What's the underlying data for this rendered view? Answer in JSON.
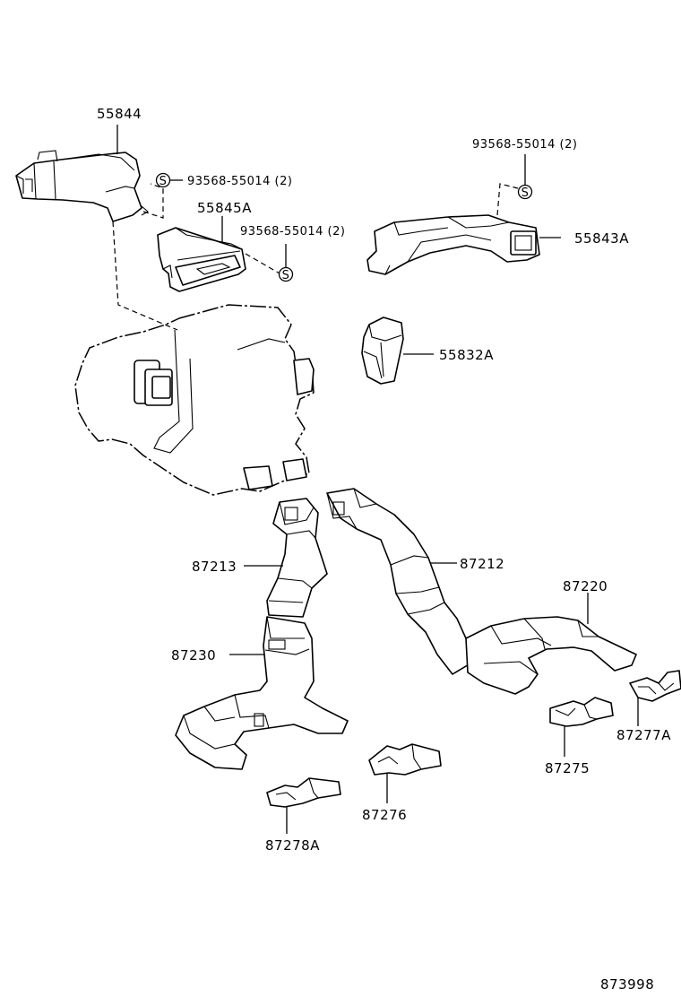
{
  "labels": {
    "p55844": "55844",
    "p55845a": "55845A",
    "p55843a": "55843A",
    "p55832a": "55832A",
    "p87213": "87213",
    "p87212": "87212",
    "p87220": "87220",
    "p87230": "87230",
    "p87277a": "87277A",
    "p87275": "87275",
    "p87276": "87276",
    "p87278a": "87278A",
    "screw_a": "93568-55014 (2)",
    "screw_b": "93568-55014 (2)",
    "screw_c": "93568-55014 (2)",
    "screw_symbol": "S",
    "diagram_id": "873998"
  }
}
